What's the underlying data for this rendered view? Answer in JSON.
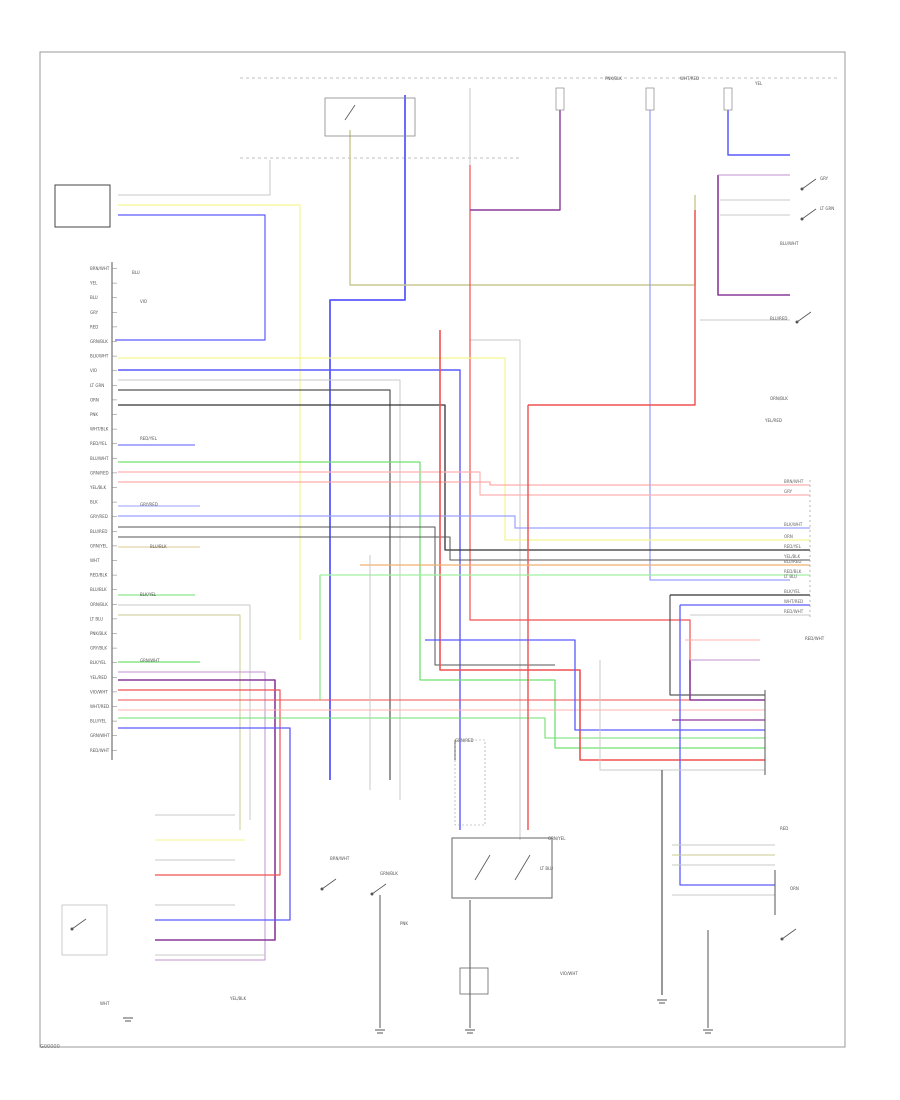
{
  "diagram": {
    "pin_labels": [
      "BRN/WHT",
      "YEL",
      "BLU",
      "GRY",
      "RED",
      "GRN/BLK",
      "BLK/WHT",
      "VIO",
      "LT GRN",
      "ORN",
      "PNK",
      "WHT/BLK",
      "RED/YEL",
      "BLU/WHT",
      "GRN/RED",
      "YEL/BLK",
      "BLK",
      "GRY/RED",
      "BLU/RED",
      "GRN/YEL",
      "WHT",
      "RED/BLK",
      "BLU/BLK",
      "ORN/BLK",
      "LT BLU",
      "PNK/BLK",
      "GRY/BLK",
      "BLK/YEL",
      "YEL/RED",
      "VIO/WHT",
      "WHT/RED",
      "BLU/YEL",
      "GRN/WHT",
      "RED/WHT"
    ],
    "footer_code": "G00000"
  }
}
